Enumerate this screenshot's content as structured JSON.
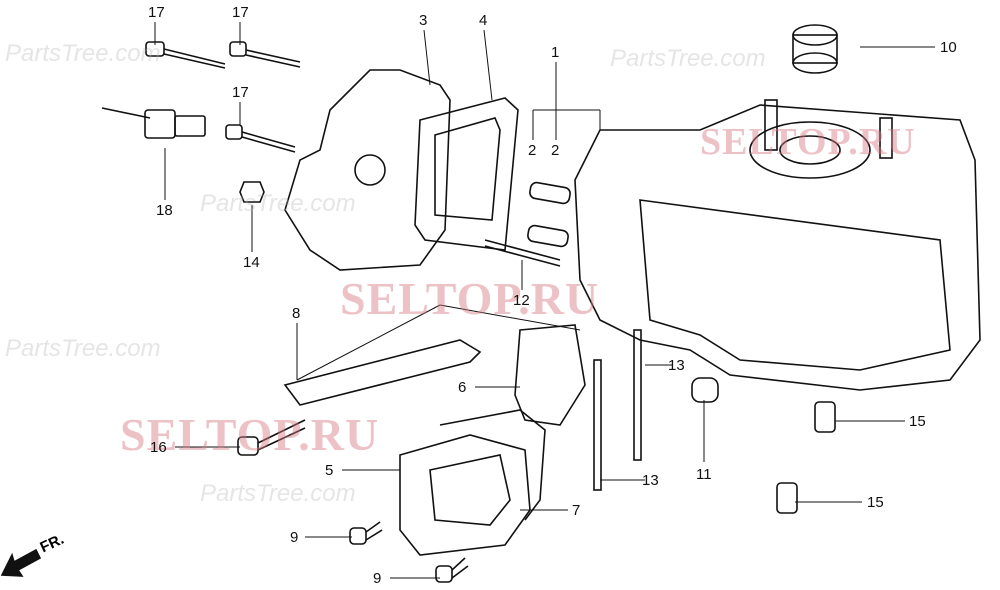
{
  "watermarks": {
    "brand": "SELTOP.RU",
    "site": "PartsTree.com"
  },
  "direction_marker": "FR.",
  "callouts": [
    "17",
    "17",
    "3",
    "4",
    "1",
    "2",
    "2",
    "10",
    "17",
    "18",
    "14",
    "12",
    "8",
    "6",
    "13",
    "13",
    "11",
    "15",
    "15",
    "16",
    "5",
    "7",
    "9",
    "9"
  ]
}
